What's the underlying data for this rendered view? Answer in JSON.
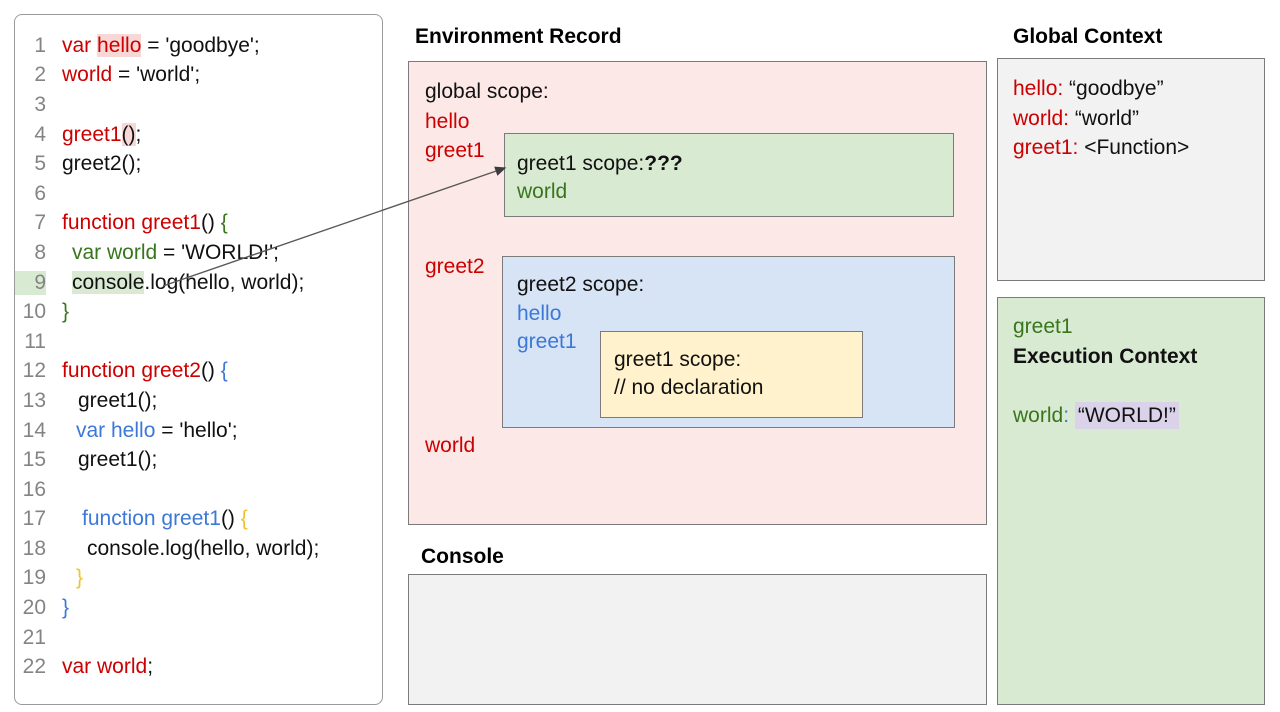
{
  "code_panel": {
    "lines": [
      {
        "n": "1",
        "indent": 0,
        "tokens": [
          {
            "t": "var ",
            "c": "red"
          },
          {
            "t": "hello",
            "c": "red",
            "hl": "pink"
          },
          {
            "t": " = 'goodbye';",
            "c": "black"
          }
        ]
      },
      {
        "n": "2",
        "indent": 0,
        "tokens": [
          {
            "t": "world",
            "c": "red"
          },
          {
            "t": " = 'world';",
            "c": "black"
          }
        ]
      },
      {
        "n": "3",
        "indent": 0,
        "tokens": []
      },
      {
        "n": "4",
        "indent": 0,
        "tokens": [
          {
            "t": "greet1",
            "c": "red"
          },
          {
            "t": "()",
            "c": "black",
            "hl": "pink"
          },
          {
            "t": ";",
            "c": "black"
          }
        ]
      },
      {
        "n": "5",
        "indent": 0,
        "tokens": [
          {
            "t": "greet2();",
            "c": "black"
          }
        ]
      },
      {
        "n": "6",
        "indent": 0,
        "tokens": []
      },
      {
        "n": "7",
        "indent": 0,
        "tokens": [
          {
            "t": "function greet1",
            "c": "red"
          },
          {
            "t": "() ",
            "c": "black"
          },
          {
            "t": "{",
            "c": "green"
          }
        ]
      },
      {
        "n": "8",
        "indent": 10,
        "tokens": [
          {
            "t": "var world",
            "c": "green"
          },
          {
            "t": " = 'WORLD!';",
            "c": "black"
          }
        ]
      },
      {
        "n": "9",
        "indent": 10,
        "num_hl": "green",
        "tokens": [
          {
            "t": "console",
            "c": "black",
            "hl": "green"
          },
          {
            "t": ".log(hello, world);",
            "c": "black"
          }
        ]
      },
      {
        "n": "10",
        "indent": 0,
        "tokens": [
          {
            "t": "}",
            "c": "green"
          }
        ]
      },
      {
        "n": "11",
        "indent": 0,
        "tokens": []
      },
      {
        "n": "12",
        "indent": 0,
        "tokens": [
          {
            "t": "function greet2",
            "c": "red"
          },
          {
            "t": "() ",
            "c": "black"
          },
          {
            "t": "{",
            "c": "blue"
          }
        ]
      },
      {
        "n": "13",
        "indent": 16,
        "tokens": [
          {
            "t": "greet1();",
            "c": "black"
          }
        ]
      },
      {
        "n": "14",
        "indent": 14,
        "tokens": [
          {
            "t": "var hello",
            "c": "blue"
          },
          {
            "t": " = 'hello';",
            "c": "black"
          }
        ]
      },
      {
        "n": "15",
        "indent": 16,
        "tokens": [
          {
            "t": "greet1();",
            "c": "black"
          }
        ]
      },
      {
        "n": "16",
        "indent": 0,
        "tokens": []
      },
      {
        "n": "17",
        "indent": 20,
        "tokens": [
          {
            "t": "function greet1",
            "c": "blue"
          },
          {
            "t": "() ",
            "c": "black"
          },
          {
            "t": "{",
            "c": "yellow"
          }
        ]
      },
      {
        "n": "18",
        "indent": 25,
        "tokens": [
          {
            "t": "console.log(hello, world);",
            "c": "black"
          }
        ]
      },
      {
        "n": "19",
        "indent": 14,
        "tokens": [
          {
            "t": "}",
            "c": "yellow"
          }
        ]
      },
      {
        "n": "20",
        "indent": 0,
        "tokens": [
          {
            "t": "}",
            "c": "blue"
          }
        ]
      },
      {
        "n": "21",
        "indent": 0,
        "tokens": []
      },
      {
        "n": "22",
        "indent": 0,
        "tokens": [
          {
            "t": "var world",
            "c": "red"
          },
          {
            "t": ";",
            "c": "black"
          }
        ]
      }
    ]
  },
  "environment_record": {
    "title": "Environment Record",
    "global_scope_label": "global scope:",
    "global_vars": [
      "hello",
      "greet1"
    ],
    "greet2_var": "greet2",
    "world_var": "world",
    "greet1_scope": {
      "label": "greet1 scope:",
      "unknown": "???",
      "var": "world"
    },
    "greet2_scope": {
      "label": "greet2 scope:",
      "vars": [
        "hello",
        "greet1"
      ]
    },
    "inner_greet1_scope": {
      "label": "greet1 scope:",
      "comment": "// no declaration"
    }
  },
  "console_panel": {
    "title": "Console"
  },
  "global_context": {
    "title": "Global Context",
    "entries": [
      {
        "name": "hello",
        "value": "“goodbye”"
      },
      {
        "name": "world",
        "value": "“world”"
      },
      {
        "name": "greet1",
        "value": "<Function>"
      }
    ]
  },
  "execution_context": {
    "fn_name": "greet1",
    "title": "Execution Context",
    "entry": {
      "name": "world",
      "colon": ": ",
      "value": "“WORLD!”"
    }
  },
  "colors": {
    "red_text": "#cc0000",
    "green_text": "#38761d",
    "blue_text": "#3c78d8",
    "yellow_text": "#f1c232",
    "pink_fill": "#fce9e7",
    "green_fill": "#d9ead3",
    "blue_fill": "#d7e4f5",
    "yellow_fill": "#fff2cc",
    "gray_fill": "#f2f2f2",
    "lavender_highlight": "#d9d2e9"
  }
}
